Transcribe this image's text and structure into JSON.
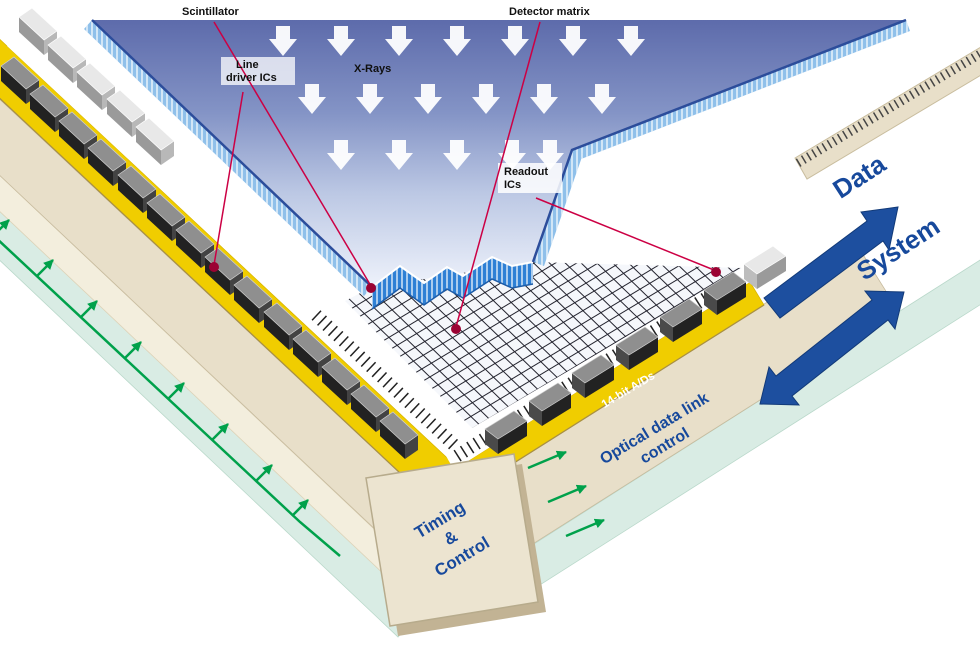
{
  "diagram": {
    "callouts": {
      "scintillator": "Scintillator",
      "xrays": "X-Rays",
      "detector_matrix": "Detector matrix",
      "line_driver": {
        "line1": "Line",
        "line2": "driver ICs"
      },
      "readout": {
        "line1": "Readout",
        "line2": "ICs"
      }
    },
    "board": {
      "adc": "14-bit A/Ds",
      "optical1": "Optical data link",
      "optical2": "control",
      "timing1": "Timing",
      "timing2": "&",
      "timing3": "Control"
    },
    "bus": {
      "data": "Data",
      "system": "System"
    },
    "colors": {
      "blue_text": "#17499c",
      "arrow_blue": "#1d4f9f",
      "callout_line": "#cc0044",
      "callout_dot": "#9b0333",
      "green": "#00a14b",
      "yellow": "#f0cd00",
      "beige": "#e8dfc9",
      "teal": "#d9ece4",
      "scintillator_blue": "#2e80d5",
      "glass_blue": "#8fc0ea"
    }
  }
}
